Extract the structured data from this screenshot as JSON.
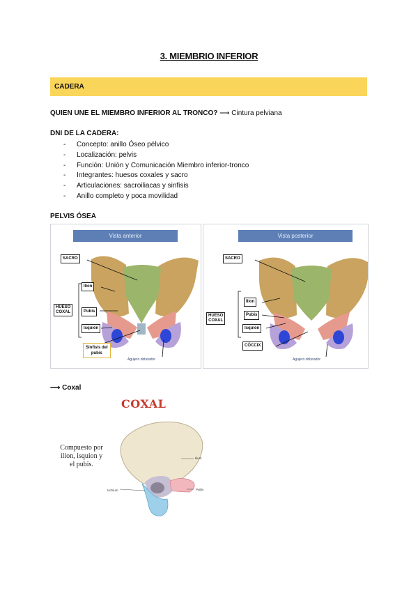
{
  "title": "3. MIEMBRIO INFERIOR",
  "section": "CADERA",
  "question": {
    "text": "QUIEN UNE EL MIEMBRO INFERIOR AL TRONCO?",
    "arrow": "⟶",
    "answer": "Cintura pelviana"
  },
  "dni": {
    "title": "DNI DE LA CADERA:",
    "dash": "-",
    "items": [
      "Concepto: anillo Óseo pélvico",
      "Localización: pelvis",
      "Función: Unión y Comunicación Miembro inferior-tronco",
      "Integrantes: huesos coxales y sacro",
      "Articulaciones: sacroiliacas y sinfisis",
      "Anillo completo y poca movilidad"
    ]
  },
  "pelvis": {
    "title": "PELVIS ÓSEA",
    "anterior": {
      "view": "Vista anterior",
      "sacro": "SACRO",
      "ilion": "Ilion",
      "pubis": "Pubis",
      "isquion": "Isquión",
      "hueso_coxal": [
        "HUESO",
        "COXAL"
      ],
      "sinfisis": [
        "Sinfisis del",
        "pubis"
      ],
      "agujero": "Agujero obturador"
    },
    "posterior": {
      "view": "Vista posterior",
      "sacro": "SACRO",
      "ilion": "Ilion",
      "pubis": "Pubis",
      "isquion": "Isquión",
      "hueso_coxal": [
        "HUESO",
        "COXAL"
      ],
      "coccix": "CÓCCIX",
      "agujero": "Agujero obturador"
    }
  },
  "coxal": {
    "arrow": "⟶",
    "title": "Coxal",
    "heading": "COXAL",
    "description": "Compuesto por ilion, isquion y el pubis.",
    "labels": {
      "ilium": "Ilium",
      "ischium": "Ischium",
      "pubis": "Pubis"
    }
  },
  "colors": {
    "highlight": "#f9d55a",
    "view_label_bg": "#5d7fb6",
    "ilion": "#c9a35f",
    "sacro": "#9bb56a",
    "pubis": "#e69a8e",
    "isquion": "#b7a1d9",
    "obturador": "#2e46d6",
    "coxal_heading": "#c8392c"
  }
}
